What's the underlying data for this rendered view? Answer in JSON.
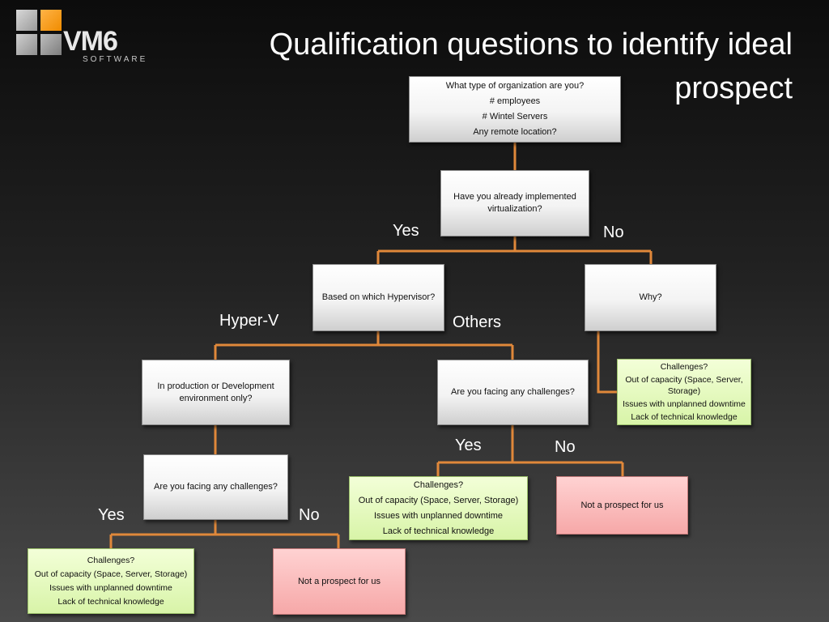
{
  "logo": {
    "brand": "VM6",
    "subtitle": "SOFTWARE"
  },
  "title": "Qualification questions to identify ideal prospect",
  "nodes": {
    "org_type": [
      "What type of organization are you?",
      "# employees",
      "# Wintel Servers",
      "Any remote location?"
    ],
    "virtualization": [
      "Have you already implemented virtualization?"
    ],
    "hypervisor": [
      "Based on which Hypervisor?"
    ],
    "why": [
      "Why?"
    ],
    "why_challenges": [
      "Challenges?",
      "Out of capacity  (Space, Server, Storage)",
      "Issues with unplanned downtime",
      "Lack of technical knowledge"
    ],
    "prod_dev": [
      "In production or Development environment only?"
    ],
    "others_challenges_q": [
      "Are you facing any challenges?"
    ],
    "hyperv_challenges_q": [
      "Are you facing any challenges?"
    ],
    "others_yes_challenges": [
      "Challenges?",
      "Out of capacity  (Space, Server, Storage)",
      "Issues with unplanned downtime",
      "Lack of technical knowledge"
    ],
    "others_no_result": [
      "Not a prospect for us"
    ],
    "hyperv_yes_challenges": [
      "Challenges?",
      "Out of capacity  (Space, Server, Storage)",
      "Issues with unplanned downtime",
      "Lack of technical knowledge"
    ],
    "hyperv_no_result": [
      "Not a prospect for us"
    ]
  },
  "labels": {
    "virt_yes": "Yes",
    "virt_no": "No",
    "hyperv": "Hyper-V",
    "others": "Others",
    "others_yes": "Yes",
    "others_no": "No",
    "hv_yes": "Yes",
    "hv_no": "No"
  },
  "colors": {
    "connector": "#e0883a",
    "question_box": "#f3f3f3",
    "challenge_box": "#d8f4a8",
    "not_prospect_box": "#f6a8a8",
    "logo_accent": "#f08c00"
  }
}
